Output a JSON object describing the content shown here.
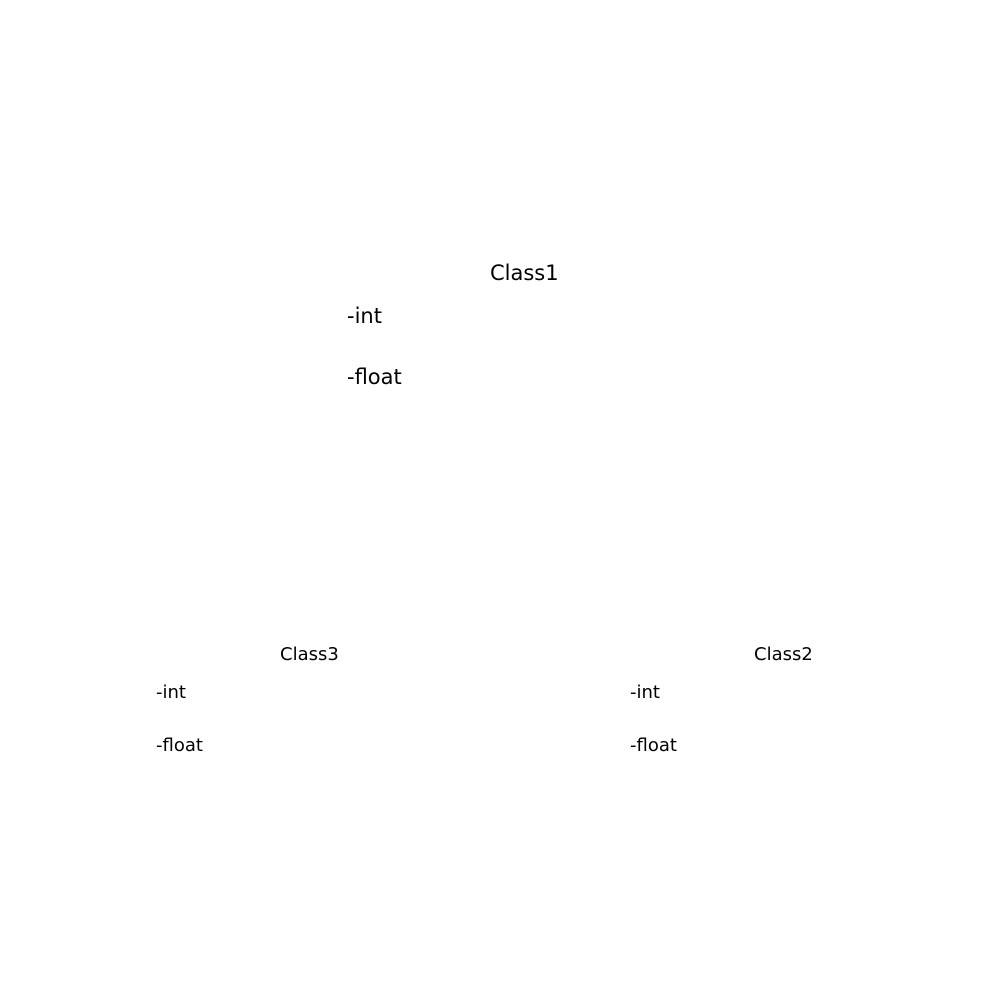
{
  "classes": [
    {
      "name": "Class1",
      "attributes": [
        "-int",
        "-float"
      ]
    },
    {
      "name": "Class3",
      "attributes": [
        "-int",
        "-float"
      ]
    },
    {
      "name": "Class2",
      "attributes": [
        "-int",
        "-float"
      ]
    }
  ]
}
